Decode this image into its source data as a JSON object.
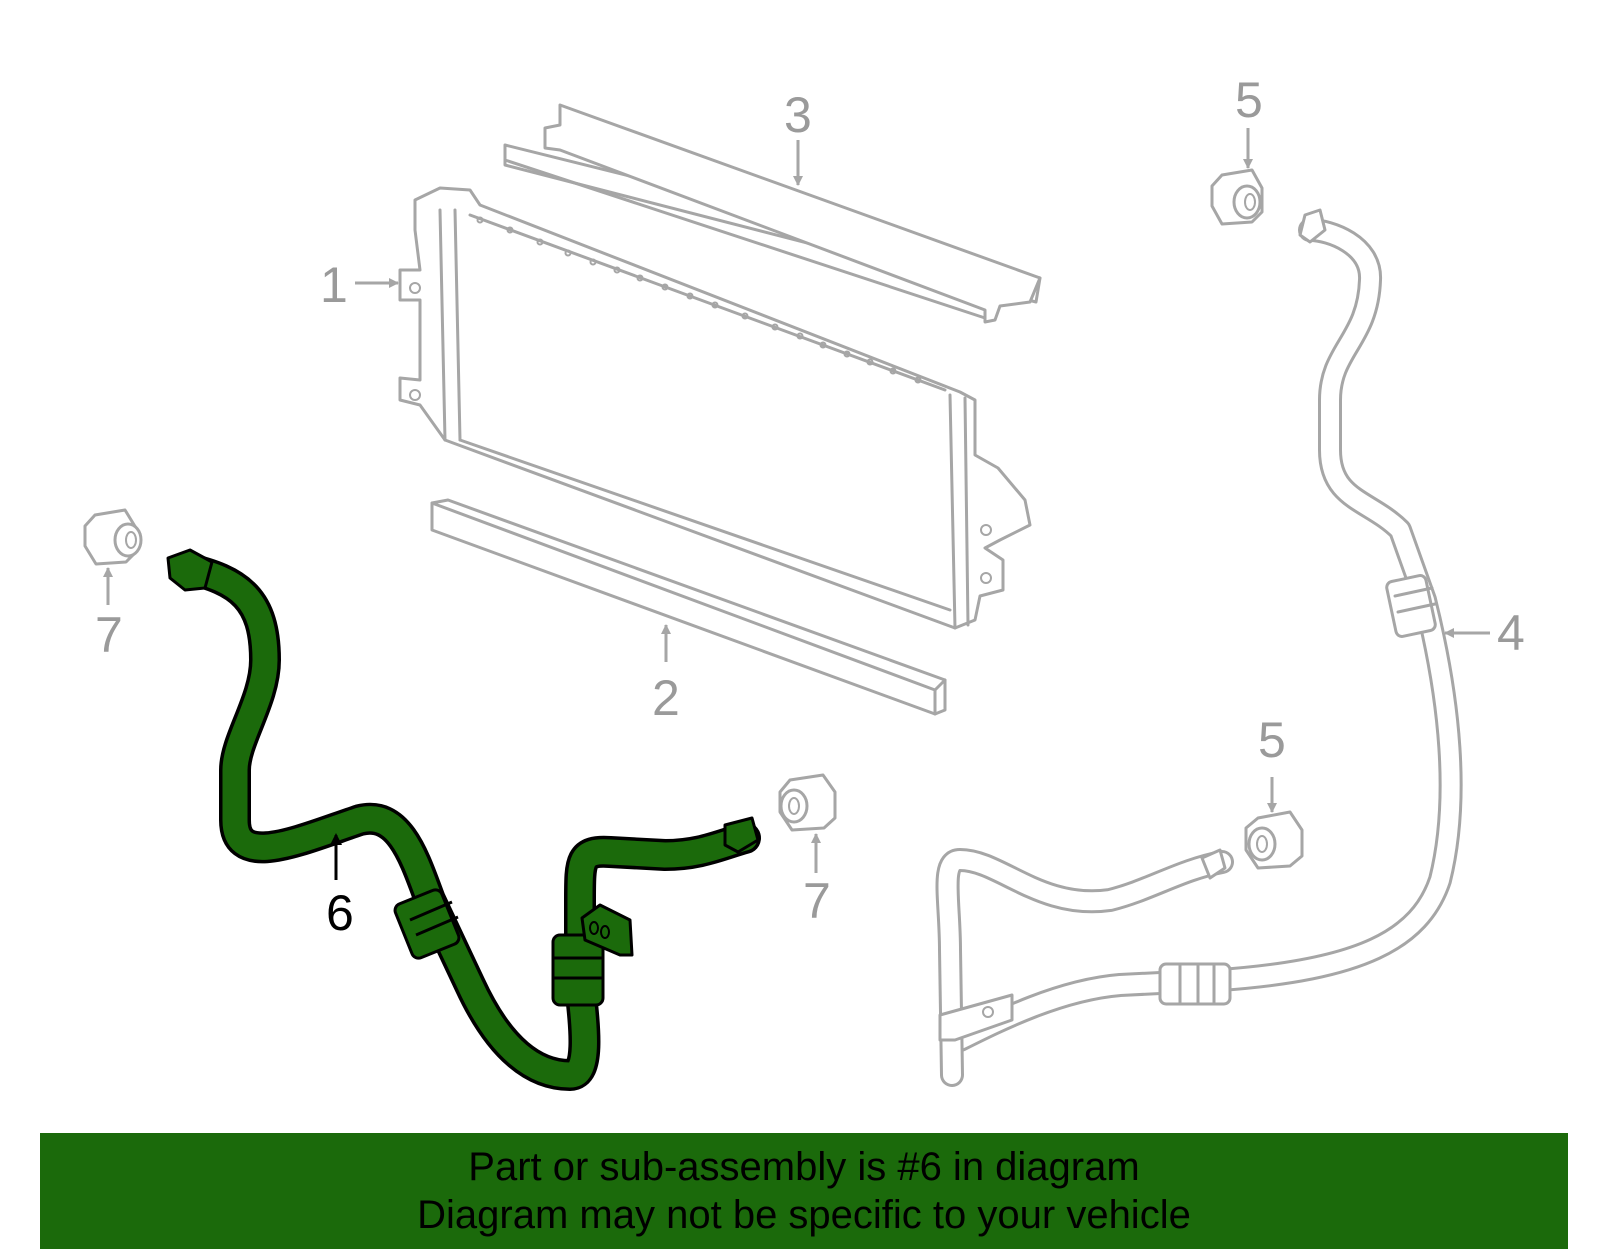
{
  "callouts": {
    "c1": "1",
    "c2": "2",
    "c3": "3",
    "c4": "4",
    "c5a": "5",
    "c5b": "5",
    "c6": "6",
    "c7a": "7",
    "c7b": "7"
  },
  "highlighted_part": "6",
  "colors": {
    "highlight": "#1b6a0b",
    "outline": "#a6a6a6",
    "banner": "#1b6a0b"
  },
  "banner": {
    "line1": "Part or sub-assembly is #6 in diagram",
    "line2": "Diagram may not be specific to your vehicle"
  }
}
